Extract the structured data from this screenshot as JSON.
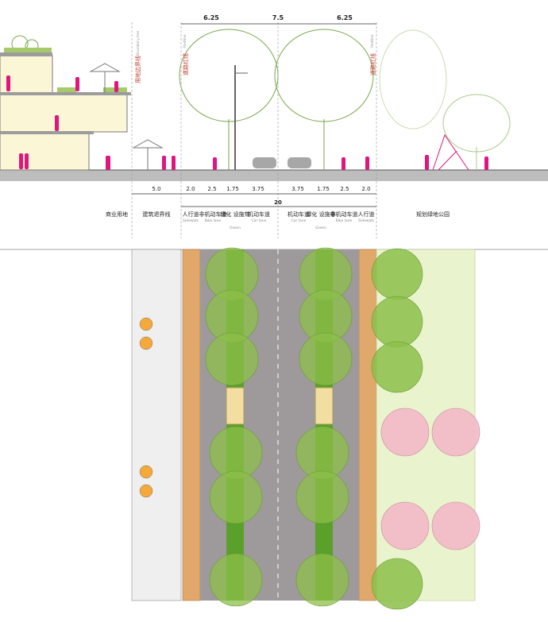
{
  "top_dimensions": [
    "6.25",
    "7.5",
    "6.25"
  ],
  "vertical_labels": {
    "boundary_zh": "用地边界线",
    "boundary_en": "Boundary line",
    "redline_left_zh": "道路红线",
    "redline_left_en": "Redline",
    "redline_right_zh": "道路红线",
    "redline_right_en": "Redline"
  },
  "section_dimensions": [
    "5.0",
    "2.0",
    "2.5",
    "1.75",
    "3.75",
    "3.75",
    "1.75",
    "2.5",
    "2.0"
  ],
  "total_width": "20",
  "zones": [
    {
      "zh": "商业用地",
      "en": ""
    },
    {
      "zh": "建筑退界线",
      "en": ""
    },
    {
      "zh": "人行道",
      "en": "Sidewalk"
    },
    {
      "zh": "非机动车道",
      "en": "Bike lane"
    },
    {
      "zh": "绿化\n设施带",
      "en": "Green"
    },
    {
      "zh": "机动车道",
      "en": "Car lane"
    },
    {
      "zh": "机动车道",
      "en": "Car lane"
    },
    {
      "zh": "绿化\n设施带",
      "en": "Green"
    },
    {
      "zh": "非机动车道",
      "en": "Bike lane"
    },
    {
      "zh": "人行道",
      "en": "Sidewalk"
    },
    {
      "zh": "规划绿地公园",
      "en": ""
    }
  ],
  "colors": {
    "people": "#e0157e",
    "building_fill": "#fbf7d6",
    "tree_outline": "#7aa64a",
    "tree_canopy": "#8cbf4a",
    "green_strip": "#5aa02a",
    "sidewalk": "#e0a96b",
    "road": "#9e9a9b",
    "park": "#e9f3cd",
    "pink_tree": "#f3b9c9",
    "ground_line": "#888888"
  }
}
